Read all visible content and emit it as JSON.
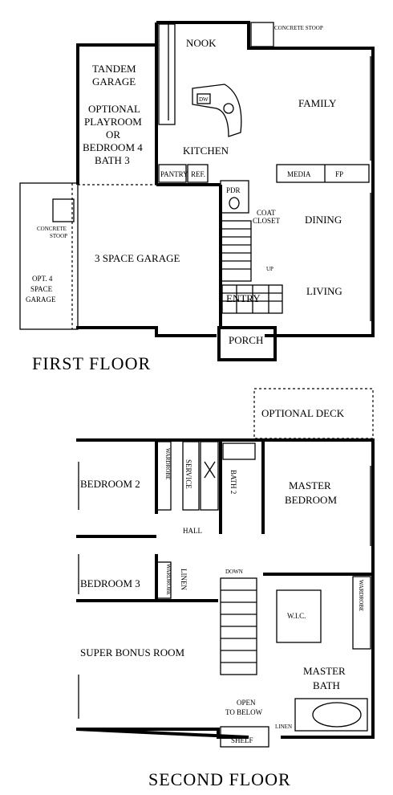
{
  "first_floor": {
    "title": "FIRST FLOOR",
    "rooms": {
      "nook": "NOOK",
      "concrete_stoop_top": "CONCRETE STOOP",
      "tandem_garage": [
        "TANDEM",
        "GARAGE"
      ],
      "optional_playroom": [
        "OPTIONAL",
        "PLAYROOM",
        "OR",
        "BEDROOM 4",
        "BATH 3"
      ],
      "family": "FAMILY",
      "kitchen": "KITCHEN",
      "dw": "DW",
      "pantry": "PANTRY",
      "ref": "REF.",
      "pdr": "PDR",
      "media": "MEDIA",
      "fp": "FP",
      "coat_closet": [
        "COAT",
        "CLOSET"
      ],
      "dining": "DINING",
      "concrete_stoop_left": [
        "CONCRETE",
        "STOOP"
      ],
      "three_space_garage": "3 SPACE GARAGE",
      "up": "UP",
      "opt_four_space_garage": [
        "OPT. 4",
        "SPACE",
        "GARAGE"
      ],
      "entry": "ENTRY",
      "living": "LIVING",
      "porch": "PORCH"
    }
  },
  "second_floor": {
    "title": "SECOND FLOOR",
    "rooms": {
      "optional_deck": "OPTIONAL DECK",
      "bedroom2": "BEDROOM 2",
      "wardrobe": "WARDROBE",
      "service": "SERVICE",
      "bath2": "BATH 2",
      "master_bedroom": [
        "MASTER",
        "BEDROOM"
      ],
      "hall": "HALL",
      "bedroom3": "BEDROOM 3",
      "linen": "LINEN",
      "down": "DOWN",
      "wic": "W.I.C.",
      "super_bonus_room": "SUPER BONUS ROOM",
      "master_bath": [
        "MASTER",
        "BATH"
      ],
      "open_to_below": [
        "OPEN",
        "TO BELOW"
      ],
      "shelf": "SHELF",
      "linen_small": "LINEN"
    }
  }
}
